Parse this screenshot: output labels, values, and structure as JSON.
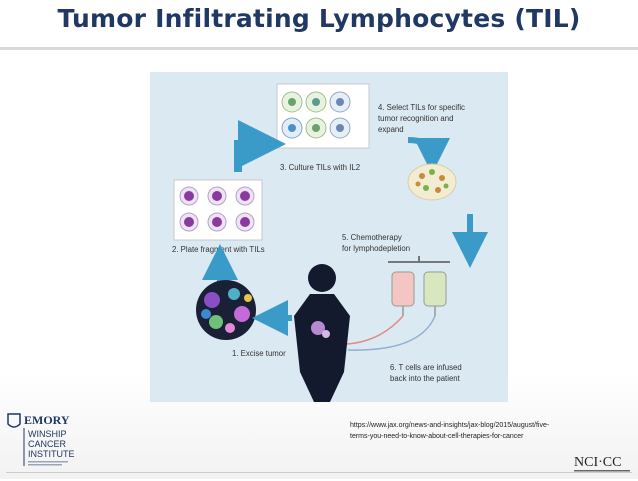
{
  "slide": {
    "title": "Tumor Infiltrating Lymphocytes (TIL)",
    "source_line1": "https://www.jax.org/news-and-insights/jax-blog/2015/august/five-",
    "source_line2": "terms-you-need-to-know-about-cell-therapies-for-cancer"
  },
  "diagram": {
    "steps": {
      "s1": "1. Excise tumor",
      "s2": "2. Plate fragment with TILs",
      "s3": "3. Culture TILs with IL2",
      "s4_l1": "4. Select TILs for specific",
      "s4_l2": "tumor recognition and",
      "s4_l3": "expand",
      "s5_l1": "5. Chemotherapy",
      "s5_l2": "for lymphodepletion",
      "s6_l1": "6. T cells are infused",
      "s6_l2": "back into the patient"
    }
  },
  "logos": {
    "emory": "EMORY",
    "winship": "WINSHIP",
    "cancer": "CANCER",
    "institute": "INSTITUTE",
    "nci": "NCI·CC"
  },
  "colors": {
    "title": "#1f3864",
    "arrow": "#3a9bc9",
    "figure_bg": "#dbe9f3"
  }
}
